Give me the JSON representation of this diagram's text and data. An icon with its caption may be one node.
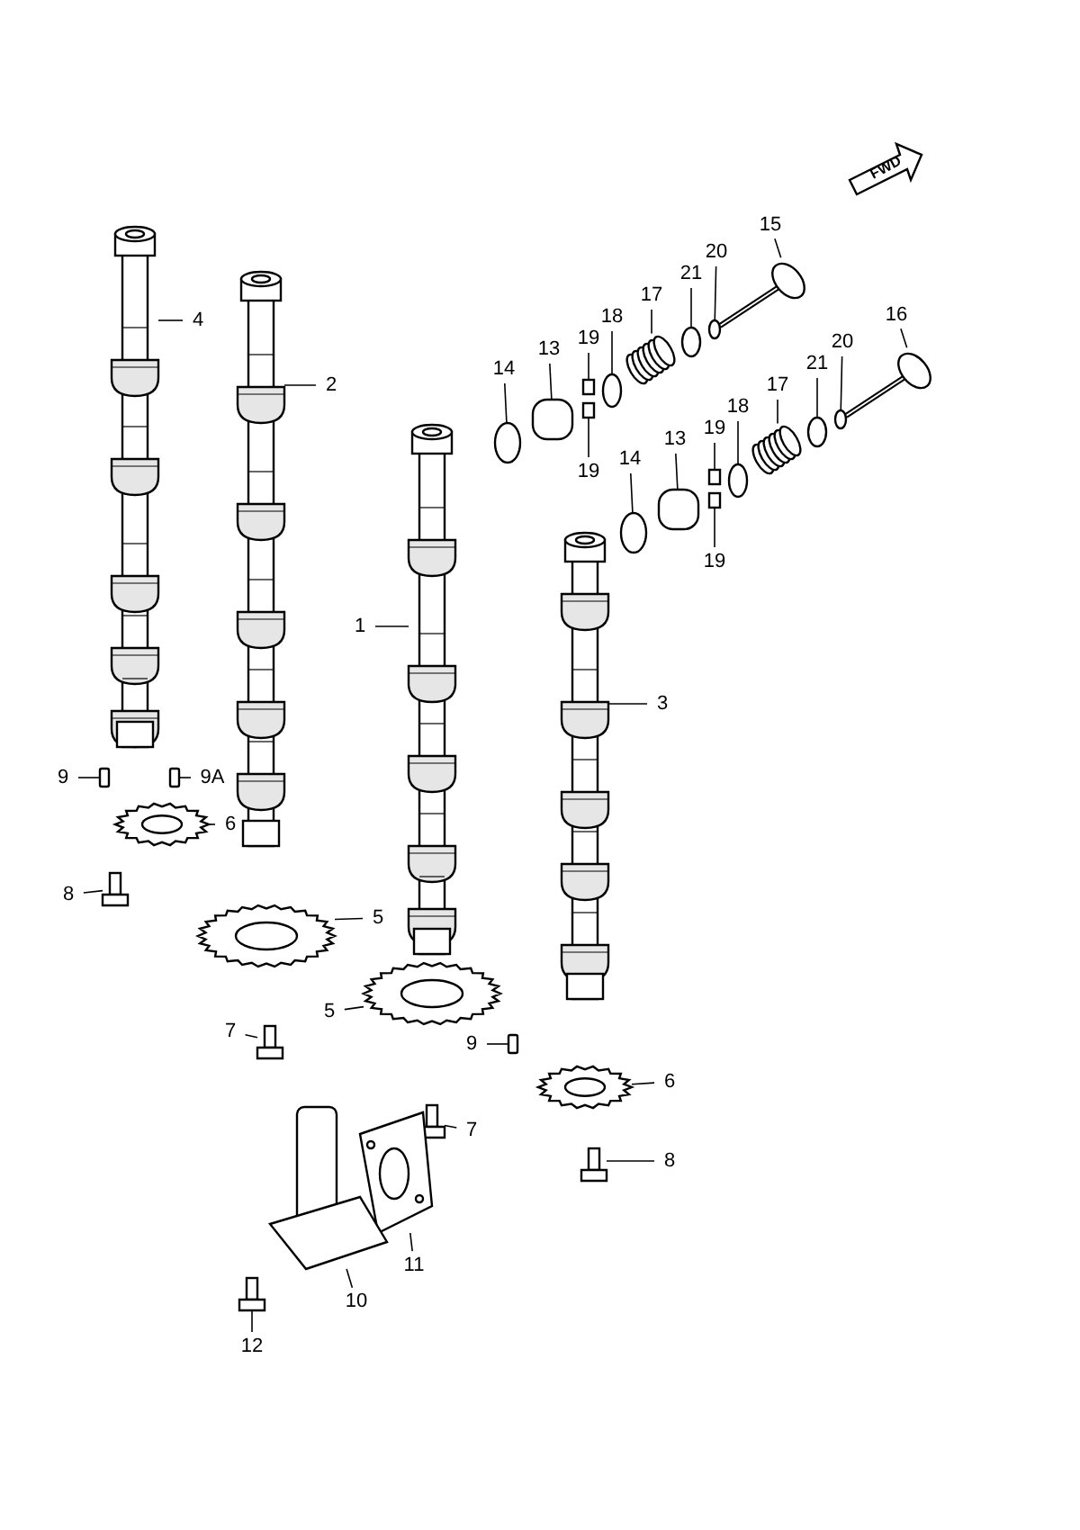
{
  "diagram": {
    "nodes": [
      {
        "text": [
          "15"
        ]
      },
      {
        "text": [
          "20"
        ]
      },
      {
        "text": [
          "21"
        ]
      },
      {
        "text": [
          "17"
        ]
      },
      {
        "text": [
          "4"
        ]
      },
      {
        "text": [
          "18"
        ]
      },
      {
        "text": [
          "13"
        ]
      },
      {
        "text": [
          "19"
        ]
      },
      {
        "text": [
          "16"
        ]
      },
      {
        "text": [
          "20"
        ]
      },
      {
        "text": [
          "14"
        ]
      },
      {
        "text": [
          "2"
        ]
      },
      {
        "text": [
          "21"
        ]
      },
      {
        "text": [
          "17"
        ]
      },
      {
        "text": [
          "18"
        ]
      },
      {
        "text": [
          "13"
        ]
      },
      {
        "text": [
          "19"
        ]
      },
      {
        "text": [
          "19"
        ]
      },
      {
        "text": [
          "14"
        ]
      },
      {
        "text": [
          "19"
        ]
      },
      {
        "text": [
          "1"
        ]
      },
      {
        "text": [
          "3"
        ]
      },
      {
        "text": [
          "9"
        ]
      },
      {
        "text": [
          "9A"
        ]
      },
      {
        "text": [
          "6"
        ]
      },
      {
        "text": [
          "8"
        ]
      },
      {
        "text": [
          "5"
        ]
      },
      {
        "text": [
          "5"
        ]
      },
      {
        "text": [
          "7"
        ]
      },
      {
        "text": [
          "9"
        ]
      },
      {
        "text": [
          "6"
        ]
      },
      {
        "text": [
          "7"
        ]
      },
      {
        "text": [
          "8"
        ]
      },
      {
        "text": [
          "11"
        ]
      },
      {
        "text": [
          "10"
        ]
      },
      {
        "text": [
          "12"
        ]
      },
      {
        "text": [],
        "shape": "picture"
      },
      {
        "text": [],
        "shape": "circle"
      },
      {
        "text": [],
        "shape": "circle"
      },
      {
        "text": [],
        "shape": "picture"
      },
      {
        "text": [],
        "shape": "picture"
      },
      {
        "text": [],
        "shape": "circle"
      },
      {
        "text": [],
        "shape": "box"
      },
      {
        "text": [],
        "shape": "box"
      },
      {
        "text": [],
        "shape": "picture"
      },
      {
        "text": [],
        "shape": "circle"
      },
      {
        "text": [],
        "shape": "circle"
      },
      {
        "text": [],
        "shape": "picture"
      },
      {
        "text": [],
        "shape": "circle"
      },
      {
        "text": [],
        "shape": "picture"
      },
      {
        "text": [],
        "shape": "circle"
      },
      {
        "text": [],
        "shape": "box"
      },
      {
        "text": [],
        "shape": "box"
      },
      {
        "text": [],
        "shape": "box"
      },
      {
        "text": [],
        "shape": "circle"
      },
      {
        "text": [],
        "shape": "box"
      },
      {
        "text": [],
        "shape": "picture"
      },
      {
        "text": [],
        "shape": "picture"
      },
      {
        "text": [],
        "shape": "box"
      },
      {
        "text": [],
        "shape": "box"
      },
      {
        "text": [],
        "shape": "picture"
      },
      {
        "text": [],
        "shape": "picture"
      },
      {
        "text": [],
        "shape": "picture"
      },
      {
        "text": [],
        "shape": "picture"
      },
      {
        "text": [],
        "shape": "picture"
      },
      {
        "text": [],
        "shape": "box"
      },
      {
        "text": [],
        "shape": "picture"
      },
      {
        "text": [],
        "shape": "picture"
      },
      {
        "text": [],
        "shape": "picture"
      },
      {
        "text": [],
        "shape": "picture"
      },
      {
        "text": [],
        "shape": "picture"
      },
      {
        "text": [],
        "shape": "picture"
      }
    ],
    "edges": [
      {
        "from": 0,
        "to": 36,
        "arrow": "none"
      },
      {
        "from": 1,
        "to": 37,
        "arrow": "none"
      },
      {
        "from": 2,
        "to": 38,
        "arrow": "none"
      },
      {
        "from": 3,
        "to": 39,
        "arrow": "none"
      },
      {
        "from": 4,
        "to": 40,
        "arrow": "none"
      },
      {
        "from": 5,
        "to": 41,
        "arrow": "none"
      },
      {
        "from": 6,
        "to": 42,
        "arrow": "none"
      },
      {
        "from": 7,
        "to": 43,
        "arrow": "none"
      },
      {
        "from": 8,
        "to": 44,
        "arrow": "none"
      },
      {
        "from": 9,
        "to": 45,
        "arrow": "none"
      },
      {
        "from": 10,
        "to": 46,
        "arrow": "none"
      },
      {
        "from": 11,
        "to": 47,
        "arrow": "none"
      },
      {
        "from": 12,
        "to": 48,
        "arrow": "none"
      },
      {
        "from": 13,
        "to": 49,
        "arrow": "none"
      },
      {
        "from": 14,
        "to": 50,
        "arrow": "none"
      },
      {
        "from": 15,
        "to": 51,
        "arrow": "none"
      },
      {
        "from": 16,
        "to": 52,
        "arrow": "none"
      },
      {
        "from": 17,
        "to": 53,
        "arrow": "none"
      },
      {
        "from": 18,
        "to": 54,
        "arrow": "none"
      },
      {
        "from": 19,
        "to": 55,
        "arrow": "none"
      },
      {
        "from": 20,
        "to": 56,
        "arrow": "none"
      },
      {
        "from": 21,
        "to": 57,
        "arrow": "none"
      },
      {
        "from": 22,
        "to": 58,
        "arrow": "none"
      },
      {
        "from": 23,
        "to": 59,
        "arrow": "none"
      },
      {
        "from": 24,
        "to": 60,
        "arrow": "none"
      },
      {
        "from": 25,
        "to": 61,
        "arrow": "none"
      },
      {
        "from": 26,
        "to": 62,
        "arrow": "none"
      },
      {
        "from": 27,
        "to": 63,
        "arrow": "none"
      },
      {
        "from": 28,
        "to": 64,
        "arrow": "none"
      },
      {
        "from": 29,
        "to": 65,
        "arrow": "none"
      },
      {
        "from": 30,
        "to": 66,
        "arrow": "none"
      },
      {
        "from": 31,
        "to": 67,
        "arrow": "none"
      },
      {
        "from": 32,
        "to": 68,
        "arrow": "none"
      },
      {
        "from": 33,
        "to": 69,
        "arrow": "none"
      },
      {
        "from": 34,
        "to": 70,
        "arrow": "none"
      },
      {
        "from": 35,
        "to": 71,
        "arrow": "none"
      }
    ],
    "labels": [
      "FWD"
    ]
  }
}
